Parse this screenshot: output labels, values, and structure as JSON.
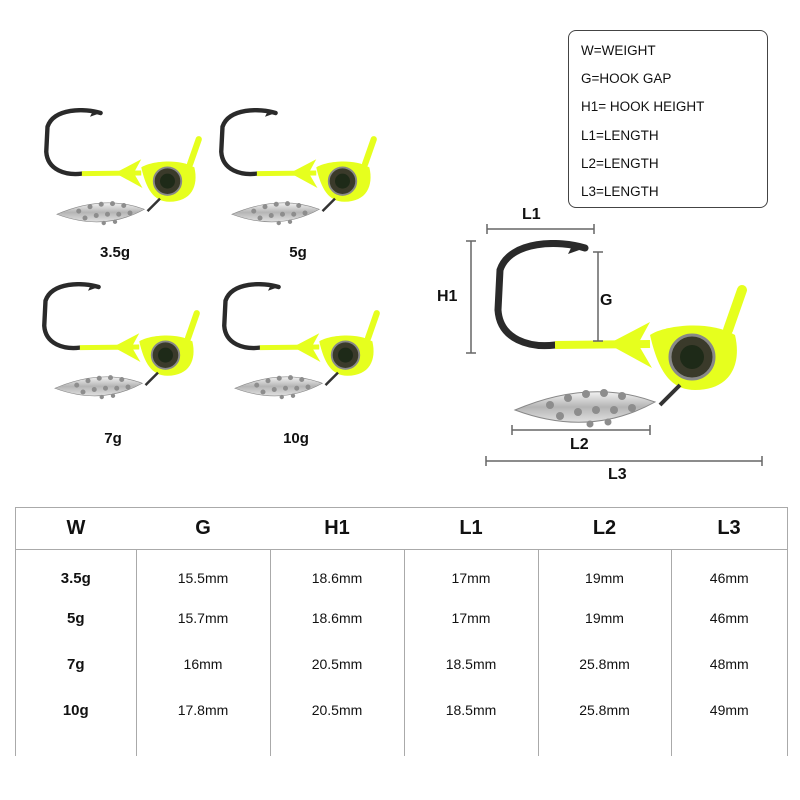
{
  "lures": [
    {
      "label": "3.5g"
    },
    {
      "label": "5g"
    },
    {
      "label": "7g"
    },
    {
      "label": "10g"
    }
  ],
  "legend": [
    "W=WEIGHT",
    "G=HOOK GAP",
    "H1= HOOK HEIGHT",
    "L1=LENGTH",
    "L2=LENGTH",
    "L3=LENGTH"
  ],
  "diagram": {
    "l1": "L1",
    "h1": "H1",
    "g": "G",
    "l2": "L2",
    "l3": "L3"
  },
  "table": {
    "headers": [
      "W",
      "G",
      "H1",
      "L1",
      "L2",
      "L3"
    ],
    "rows": [
      [
        "3.5g",
        "15.5mm",
        "18.6mm",
        "17mm",
        "19mm",
        "46mm"
      ],
      [
        "5g",
        "15.7mm",
        "18.6mm",
        "17mm",
        "19mm",
        "46mm"
      ],
      [
        "7g",
        "16mm",
        "20.5mm",
        "18.5mm",
        "25.8mm",
        "48mm"
      ],
      [
        "10g",
        "17.8mm",
        "20.5mm",
        "18.5mm",
        "25.8mm",
        "49mm"
      ]
    ]
  },
  "colors": {
    "body": "#e6ff1e",
    "hook": "#2a2a2a",
    "blade": "#c8c8c8"
  }
}
